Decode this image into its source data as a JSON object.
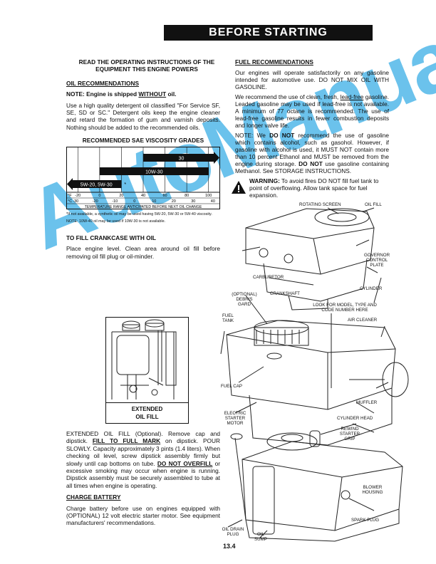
{
  "header": {
    "title": "BEFORE STARTING"
  },
  "left": {
    "intro": "READ THE OPERATING INSTRUCTIONS OF THE EQUIPMENT THIS ENGINE POWERS",
    "oil_heading": "OIL RECOMMENDATIONS",
    "note_prefix": "NOTE: Engine is shipped ",
    "note_emph": "WITHOUT",
    "note_suffix": " oil.",
    "oil_para": "Use a high quality detergent oil classified \"For Service SF, SE, SD or SC.\" Detergent oils keep the engine cleaner and retard the formation of gum and varnish deposits. Nothing should be added to the recommended oils.",
    "chart_title": "RECOMMENDED SAE VISCOSITY GRADES",
    "footnote1": "*If not available, a synthetic oil may be used having 5W-20, 5W-30 or 5W-40 viscosity.",
    "footnote2": "NOTE: 10W-40 oil may be used if 10W-30 is not available.",
    "fill_heading": "TO FILL CRANKCASE WITH OIL",
    "fill_para": "Place engine level. Clean area around oil fill before removing oil fill plug or oil-minder.",
    "figure_caption_1": "EXTENDED",
    "figure_caption_2": "OIL FILL",
    "ext_1": "EXTENDED OIL FILL (Optional). Remove cap and dipstick. ",
    "ext_b1": "FILL TO FULL MARK",
    "ext_2": " on dipstick. POUR SLOWLY. Capacity approximately 3 pints (1.4 liters). When checking oil level, screw dipstick assembly firmly but slowly until cap bottoms on tube. ",
    "ext_b2": "DO NOT OVERFILL",
    "ext_3": " or excessive smoking may occur when engine is running. Dipstick assembly must be securely assembled to tube at all times when engine is operating.",
    "battery_heading": "CHARGE BATTERY",
    "battery_para": "Charge battery before use on engines equipped with (OPTIONAL) 12 volt electric starter motor. See equipment manufacturers' recommendations."
  },
  "right": {
    "fuel_heading": "FUEL RECOMMENDATIONS",
    "fuel_p1": "Our engines will operate satisfactorily on any gasoline intended for automotive use. DO NOT MIX OIL WITH GASOLINE.",
    "fuel_p2a": "We recommend the use of clean, fresh, ",
    "fuel_p2u": "lead-free",
    "fuel_p2b": " gasoline. Leaded gasoline may be used if lead-free is not available. A minimum of 77 octane is recommended. The use of lead-free gasoline results in fewer combustion deposits and longer valve life.",
    "fuel_p3a": "NOTE: We ",
    "fuel_p3b1": "DO NOT",
    "fuel_p3b": " recommend the use of gasoline which contains alcohol, such as gasohol. However, if gasoline with alcohol is used, it MUST NOT contain more than 10 percent Ethanol and MUST be removed from the engine during storage. ",
    "fuel_p3b2": "DO NOT",
    "fuel_p3c": " use gasoline containing Methanol. See STORAGE INSTRUCTIONS.",
    "warning_label": "WARNING:",
    "warning_text": " To avoid fires DO NOT fill fuel tank to point of overflowing. Allow tank space for fuel expansion."
  },
  "labels": {
    "rotating_screen": "ROTATING SCREEN",
    "oil_fill": "OIL FILL",
    "governor": "GOVERNOR CONTROL PLATE",
    "carburetor": "CARBURETOR",
    "cylinder": "CYLINDER",
    "crankshaft": "CRANKSHAFT",
    "debris": "(OPTIONAL) DEBRIS GARD",
    "fuel_tank": "FUEL TANK",
    "look_for": "LOOK FOR MODEL, TYPE AND CODE NUMBER HERE",
    "air_cleaner": "AIR CLEANER",
    "fuel_cap": "FUEL CAP",
    "muffler": "MUFFLER",
    "electric_starter": "ELECTRIC STARTER MOTOR",
    "cylinder_head": "CYLINDER HEAD",
    "rewind": "REWIND STARTER GRIP",
    "blower": "BLOWER HOUSING",
    "spark_plug": "SPARK PLUG",
    "oil_drain": "OIL DRAIN PLUG",
    "oil_sump": "OIL SUMP"
  },
  "page_number": "13.4",
  "watermark": "AutoManual",
  "chart_data": {
    "type": "bar",
    "title": "RECOMMENDED SAE VISCOSITY GRADES",
    "xlabel": "TEMPERATURE RANGE ANTICIPATED BEFORE NEXT OIL CHANGE",
    "f_ticks": [
      "-20",
      "0",
      "20",
      "40",
      "60",
      "80",
      "100"
    ],
    "c_ticks": [
      "-30",
      "-20",
      "-10",
      "0",
      "10",
      "20",
      "30",
      "40"
    ],
    "f_unit": "°F",
    "c_unit": "°C",
    "xlim_f": [
      -30,
      110
    ],
    "series": [
      {
        "name": "30",
        "from_f": 40,
        "to_f": 110,
        "arrow": "right"
      },
      {
        "name": "10W-30",
        "from_f": 0,
        "to_f": 100,
        "arrow": "none"
      },
      {
        "name": "5W-20, 5W-30",
        "from_f": -30,
        "to_f": 20,
        "arrow": "left",
        "mark": "*"
      }
    ]
  }
}
